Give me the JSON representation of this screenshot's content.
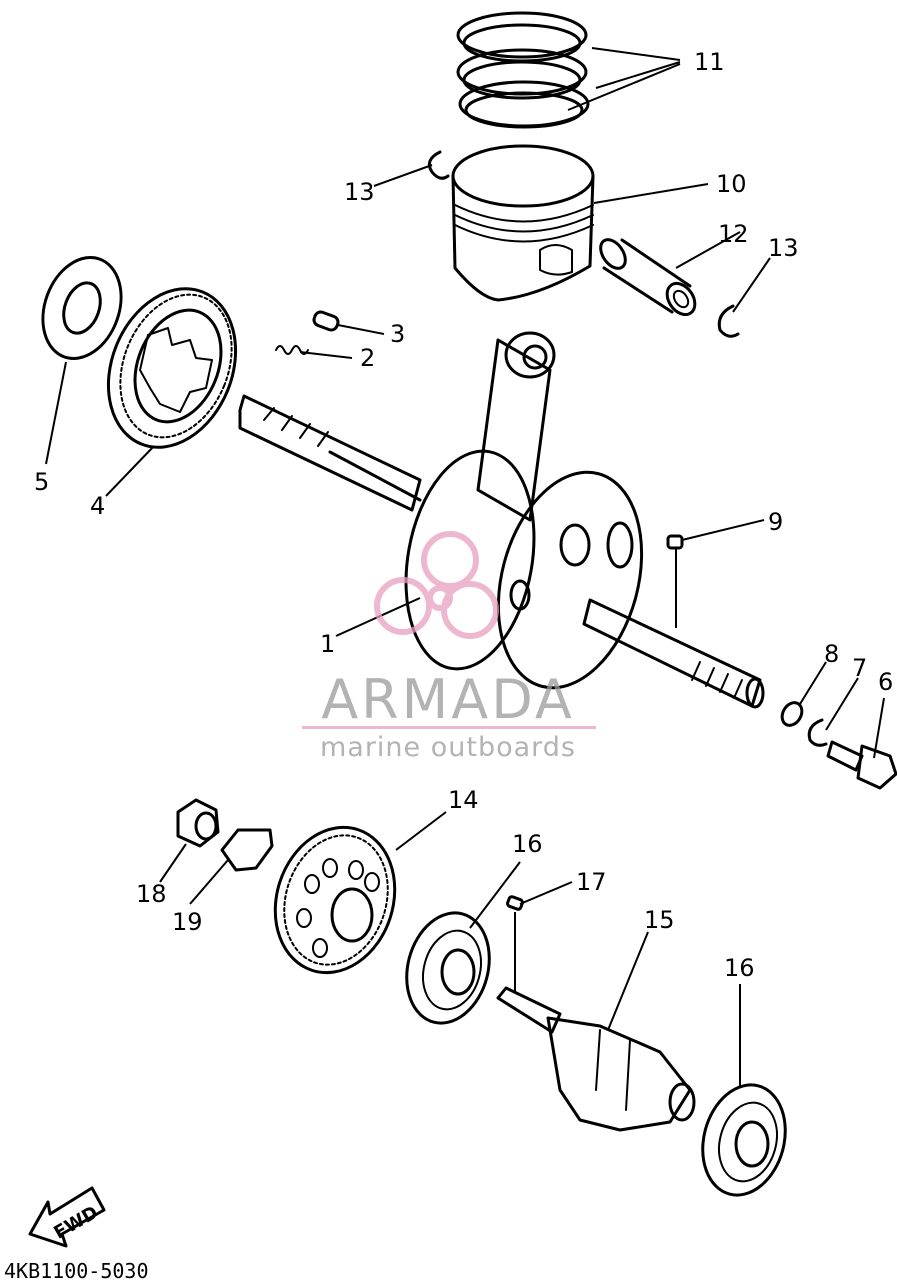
{
  "callouts": {
    "c1": "1",
    "c2": "2",
    "c3": "3",
    "c4": "4",
    "c5": "5",
    "c6": "6",
    "c7": "7",
    "c8": "8",
    "c9": "9",
    "c10": "10",
    "c11": "11",
    "c12": "12",
    "c13a": "13",
    "c13b": "13",
    "c14": "14",
    "c15": "15",
    "c16a": "16",
    "c16b": "16",
    "c17": "17",
    "c18": "18",
    "c19": "19"
  },
  "watermark": {
    "brand": "ARMADA",
    "tagline": "marine outboards",
    "logo_color": "#e8a0c0"
  },
  "fwd_label": "FWD",
  "diagram_code": "4KB1100-5030"
}
